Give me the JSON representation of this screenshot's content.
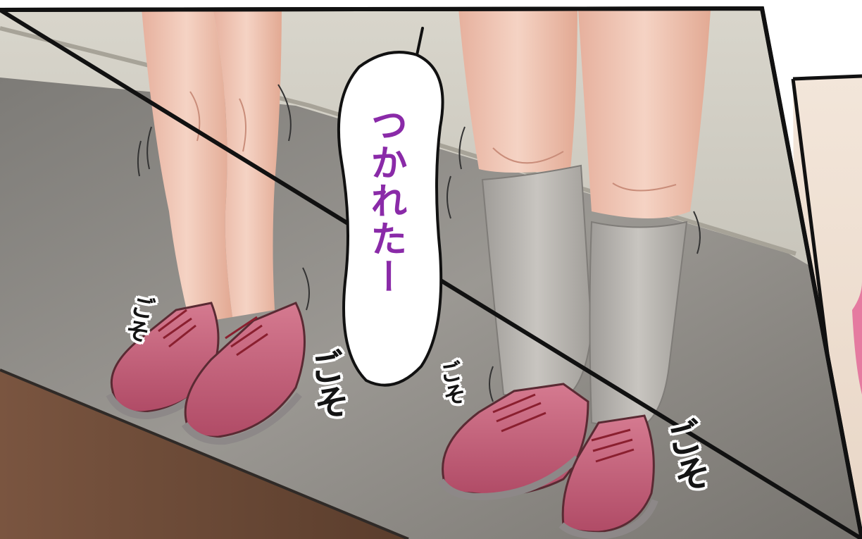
{
  "speech_bubble": {
    "text": "つかれたー",
    "text_color": "#8a2aa8"
  },
  "sound_effects": [
    {
      "text": "ごそ"
    },
    {
      "text": "ごそ"
    },
    {
      "text": "ごそ"
    },
    {
      "text": "ごそ"
    }
  ],
  "colors": {
    "wall": "#c9c5b9",
    "floor": "#8a8883",
    "wood": "#6b4a36",
    "shoe": "#c45e78",
    "shoe_sole": "#8f8a8a",
    "skin": "#f0c7b6",
    "sock": "#b9b6b2",
    "lace": "#8a1f2f"
  }
}
